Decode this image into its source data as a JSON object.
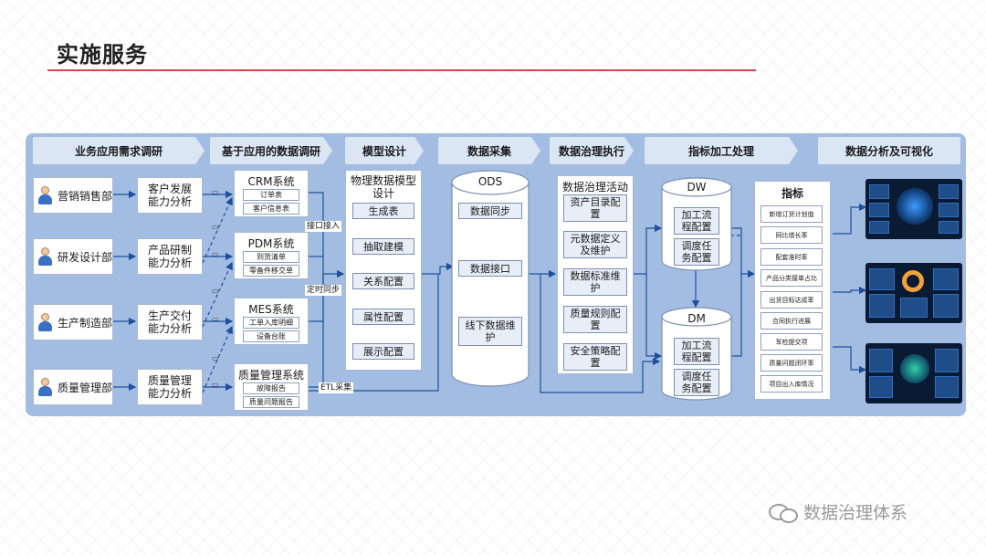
{
  "page": {
    "title": "实施服务",
    "watermark": "数据治理体系"
  },
  "colors": {
    "accent_red": "#d94452",
    "panel": "#a3bde2",
    "header": "#dbe6f5",
    "line": "#1f4f9a"
  },
  "headers": [
    "业务应用需求调研",
    "基于应用的数据调研",
    "模型设计",
    "数据采集",
    "数据治理执行",
    "指标加工处理",
    "数据分析及可视化"
  ],
  "departments": [
    "营销销售部",
    "研发设计部",
    "生产制造部",
    "质量管理部"
  ],
  "capabilities": [
    "客户发展\n能力分析",
    "产品研制\n能力分析",
    "生产交付\n能力分析",
    "质量管理\n能力分析"
  ],
  "systems": [
    {
      "name": "CRM系统",
      "items": [
        "订单表",
        "客户信息表"
      ]
    },
    {
      "name": "PDM系统",
      "items": [
        "到货清单",
        "零备件移交单"
      ]
    },
    {
      "name": "MES系统",
      "items": [
        "工单入库明细",
        "设备台账"
      ]
    },
    {
      "name": "质量管理系统",
      "items": [
        "故障报告",
        "质量问题报告"
      ]
    }
  ],
  "flow_labels": {
    "interface": "接口接入",
    "scheduled": "定时同步",
    "etl": "ETL采集"
  },
  "arrow_icon": "ticket-icon",
  "model": {
    "title": "物理数据模型\n设计",
    "items": [
      "生成表",
      "抽取建模",
      "关系配置",
      "属性配置",
      "展示配置"
    ]
  },
  "ods": {
    "title": "ODS",
    "items": [
      "数据同步",
      "数据接口",
      "线下数据维\n护"
    ]
  },
  "governance": {
    "title": "数据治理活动",
    "items": [
      "资产目录配\n置",
      "元数据定义\n及维护",
      "数据标准维\n护",
      "质量规则配\n置",
      "安全策略配\n置"
    ]
  },
  "dw": {
    "title": "DW",
    "items": [
      "加工流\n程配置",
      "调度任\n务配置"
    ]
  },
  "dm": {
    "title": "DM",
    "items": [
      "加工流\n程配置",
      "调度任\n务配置"
    ]
  },
  "indicators": {
    "title": "指标",
    "items": [
      "新增订货计划值",
      "同比增长率",
      "配套准时率",
      "产品分类接单占比",
      "出货目标达成率",
      "合同执行进展",
      "军检提交项",
      "质量问题闭环率",
      "项目出入库情况"
    ]
  }
}
